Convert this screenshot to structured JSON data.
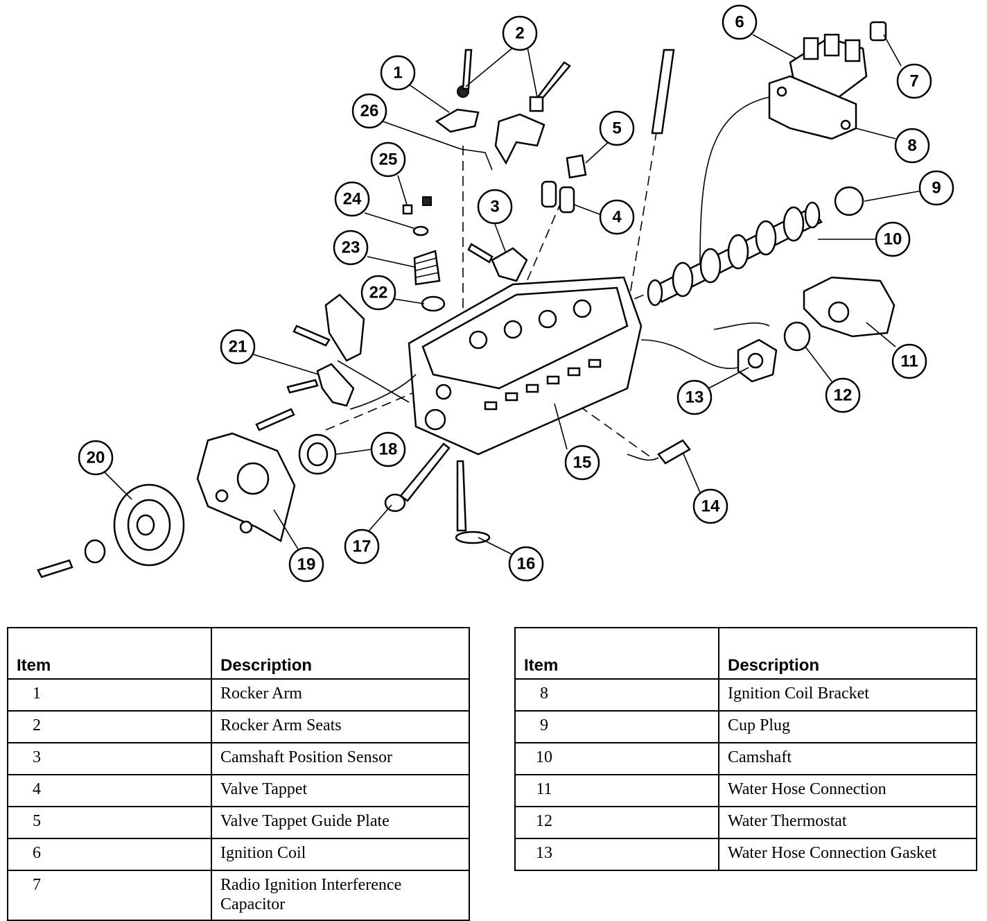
{
  "diagram": {
    "callouts": [
      "1",
      "2",
      "3",
      "4",
      "5",
      "6",
      "7",
      "8",
      "9",
      "10",
      "11",
      "12",
      "13",
      "14",
      "15",
      "16",
      "17",
      "18",
      "19",
      "20",
      "21",
      "22",
      "23",
      "24",
      "25",
      "26"
    ]
  },
  "table_left": {
    "header_item": "Item",
    "header_description": "Description",
    "rows": [
      {
        "item": "1",
        "description": "Rocker Arm"
      },
      {
        "item": "2",
        "description": "Rocker Arm Seats"
      },
      {
        "item": "3",
        "description": "Camshaft Position Sensor"
      },
      {
        "item": "4",
        "description": "Valve Tappet"
      },
      {
        "item": "5",
        "description": "Valve Tappet Guide Plate"
      },
      {
        "item": "6",
        "description": "Ignition Coil"
      },
      {
        "item": "7",
        "description": "Radio Ignition Interference Capacitor"
      }
    ]
  },
  "table_right": {
    "header_item": "Item",
    "header_description": "Description",
    "rows": [
      {
        "item": "8",
        "description": "Ignition Coil Bracket"
      },
      {
        "item": "9",
        "description": "Cup Plug"
      },
      {
        "item": "10",
        "description": "Camshaft"
      },
      {
        "item": "11",
        "description": "Water Hose Connection"
      },
      {
        "item": "12",
        "description": "Water Thermostat"
      },
      {
        "item": "13",
        "description": "Water Hose Connection Gasket"
      }
    ]
  }
}
